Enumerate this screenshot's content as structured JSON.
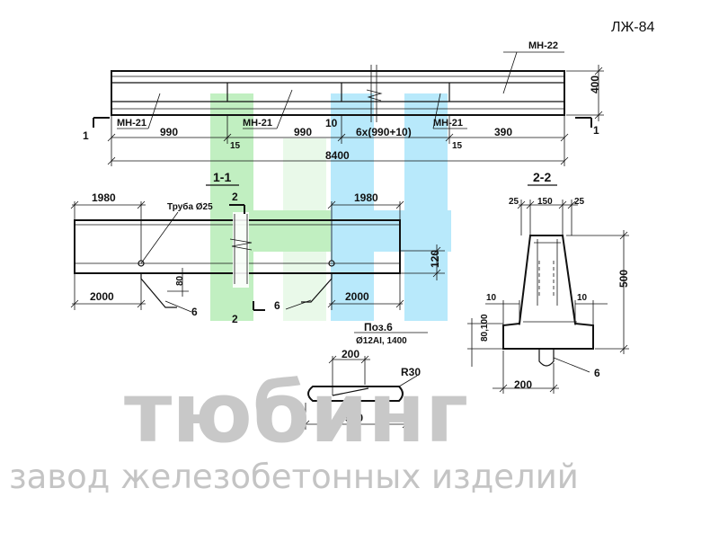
{
  "sheet": {
    "code": "ЛЖ-84"
  },
  "watermark": {
    "brand": "тюбинг",
    "subtitle": "завод железобетонных изделий",
    "logo_colors": [
      "#7be07b",
      "#5ed1f5"
    ]
  },
  "plan": {
    "mesh_top": "МН-22",
    "mesh_left": "МН-21",
    "mesh_mid": "МН-21",
    "mesh_right": "МН-21",
    "dim_height": "400",
    "dim_left": "990",
    "dim_mid": "990",
    "dim_gap": "10",
    "dim_repeat": "6х(990+10)",
    "dim_right": "390",
    "dim_edge_left": "15",
    "dim_edge_right": "15",
    "dim_total": "8400",
    "cut_left": "1",
    "cut_right": "1"
  },
  "section11": {
    "title": "1-1",
    "dim_top_left": "1980",
    "dim_top_right": "1980",
    "pipe_label": "Труба Ø25",
    "cut_mark_top": "2",
    "cut_mark_bottom": "2",
    "dim_120": "120",
    "dim_80": "80",
    "dim_bottom_left": "2000",
    "dim_bottom_right": "2000",
    "pos_left": "6",
    "pos_right": "6"
  },
  "section22": {
    "title": "2-2",
    "dim_25_left": "25",
    "dim_150": "150",
    "dim_25_right": "25",
    "dim_500": "500",
    "dim_10_left": "10",
    "dim_10_right": "10",
    "dim_80_100": "80,100",
    "dim_200": "200",
    "pos": "6"
  },
  "detail6": {
    "title": "Поз.6",
    "spec": "Ø12AI, 1400",
    "dim_200": "200",
    "radius": "R30",
    "dim_500": "500"
  }
}
